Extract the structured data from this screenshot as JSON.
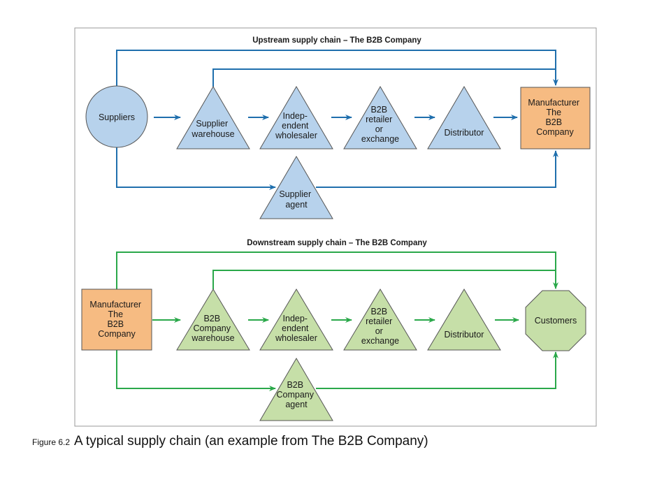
{
  "colors": {
    "upstream_arrow": "#1f6fad",
    "downstream_arrow": "#2aa84a",
    "upstream_fill": "#b7d2ec",
    "downstream_fill": "#c6dfa8",
    "manufacturer_fill": "#f6bb82",
    "outline": "#555555",
    "frame": "#999999"
  },
  "upstream": {
    "title": "Upstream supply chain – The B2B Company",
    "suppliers": [
      "Suppliers"
    ],
    "supplier_warehouse": [
      "Supplier",
      "warehouse"
    ],
    "independent_wholesaler": [
      "Indep-",
      "endent",
      "wholesaler"
    ],
    "retailer_exchange": [
      "B2B",
      "retailer",
      "or",
      "exchange"
    ],
    "distributor": [
      "Distributor"
    ],
    "manufacturer": [
      "Manufacturer",
      "The",
      "B2B",
      "Company"
    ],
    "agent": [
      "Supplier",
      "agent"
    ]
  },
  "downstream": {
    "title": "Downstream supply chain – The B2B Company",
    "manufacturer": [
      "Manufacturer",
      "The",
      "B2B",
      "Company"
    ],
    "company_warehouse": [
      "B2B",
      "Company",
      "warehouse"
    ],
    "independent_wholesaler": [
      "Indep-",
      "endent",
      "wholesaler"
    ],
    "retailer_exchange": [
      "B2B",
      "retailer",
      "or",
      "exchange"
    ],
    "distributor": [
      "Distributor"
    ],
    "customers": [
      "Customers"
    ],
    "agent": [
      "B2B",
      "Company",
      "agent"
    ]
  },
  "caption": {
    "number": "Figure 6.2",
    "text": "A typical supply chain (an example from The B2B Company)"
  }
}
